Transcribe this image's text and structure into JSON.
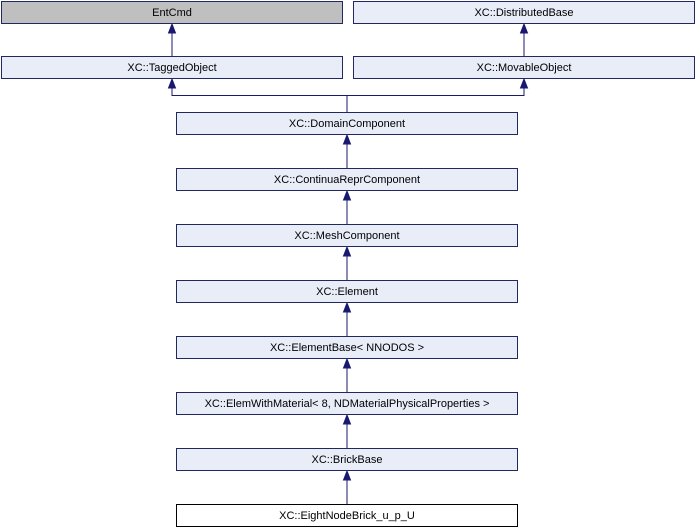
{
  "diagram": {
    "nodes": [
      {
        "id": "entcmd",
        "label": "EntCmd",
        "style": "external"
      },
      {
        "id": "distributedbase",
        "label": "XC::DistributedBase",
        "style": "documented"
      },
      {
        "id": "taggedobject",
        "label": "XC::TaggedObject",
        "style": "documented"
      },
      {
        "id": "movableobject",
        "label": "XC::MovableObject",
        "style": "documented"
      },
      {
        "id": "domaincomponent",
        "label": "XC::DomainComponent",
        "style": "documented"
      },
      {
        "id": "continuareprcomponent",
        "label": "XC::ContinuaReprComponent",
        "style": "documented"
      },
      {
        "id": "meshcomponent",
        "label": "XC::MeshComponent",
        "style": "documented"
      },
      {
        "id": "element",
        "label": "XC::Element",
        "style": "documented"
      },
      {
        "id": "elementbase",
        "label": "XC::ElementBase< NNODOS >",
        "style": "documented"
      },
      {
        "id": "elemwithmaterial",
        "label": "XC::ElemWithMaterial< 8, NDMaterialPhysicalProperties >",
        "style": "documented"
      },
      {
        "id": "brickbase",
        "label": "XC::BrickBase",
        "style": "documented"
      },
      {
        "id": "eightnodebrick",
        "label": "XC::EightNodeBrick_u_p_U",
        "style": "current"
      }
    ],
    "edges": [
      {
        "from": "taggedobject",
        "to": "entcmd"
      },
      {
        "from": "movableobject",
        "to": "distributedbase"
      },
      {
        "from": "domaincomponent",
        "to": "taggedobject"
      },
      {
        "from": "domaincomponent",
        "to": "movableobject"
      },
      {
        "from": "continuareprcomponent",
        "to": "domaincomponent"
      },
      {
        "from": "meshcomponent",
        "to": "continuareprcomponent"
      },
      {
        "from": "element",
        "to": "meshcomponent"
      },
      {
        "from": "elementbase",
        "to": "element"
      },
      {
        "from": "elemwithmaterial",
        "to": "elementbase"
      },
      {
        "from": "brickbase",
        "to": "elemwithmaterial"
      },
      {
        "from": "eightnodebrick",
        "to": "brickbase"
      }
    ],
    "colors": {
      "external_fill": "#bfbfbf",
      "documented_fill": "#e8edf8",
      "current_fill": "#ffffff",
      "border": "#20285f",
      "edge": "#191970"
    }
  }
}
